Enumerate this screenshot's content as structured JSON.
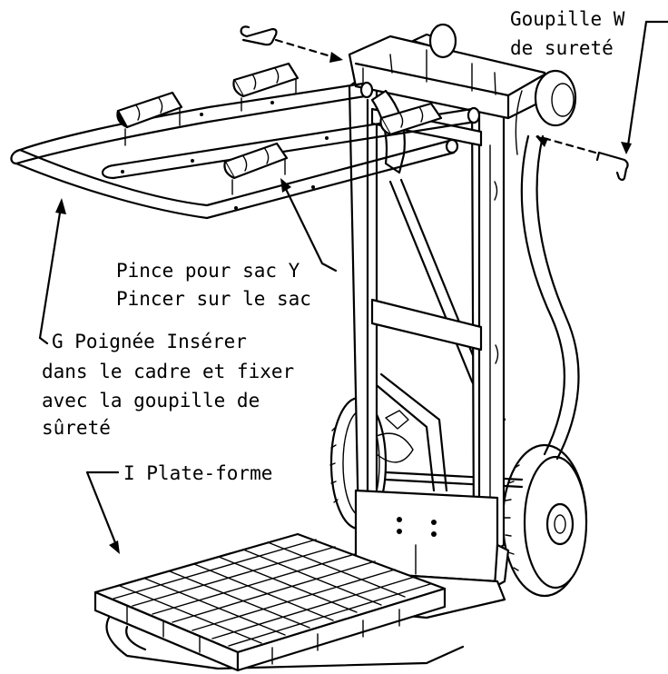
{
  "labels": {
    "pin_w_line1": "Goupille W",
    "pin_w_line2": "de sureté",
    "clip_y_line1": "Pince pour sac Y",
    "clip_y_line2": "Pincer sur le sac",
    "handle_g_line1": "G Poignée Insérer",
    "handle_g_line2": "dans le cadre et fixer",
    "handle_g_line3": "avec la goupille de",
    "handle_g_line4": "sûreté",
    "platform_i": "I Plate-forme"
  }
}
